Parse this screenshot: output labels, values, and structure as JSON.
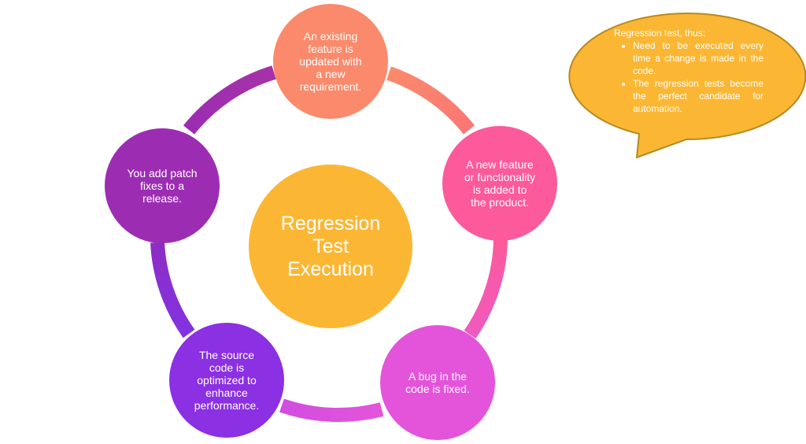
{
  "colors": {
    "center": "#FBB734",
    "top": "#FA8A6B",
    "right": "#FC5A9A",
    "bottom_right": "#E454DA",
    "bottom_left": "#8B30E2",
    "left": "#9C2DB3",
    "callout_fill": "#FBB734",
    "callout_border": "#B8891E"
  },
  "center": {
    "label": [
      "Regression",
      "Test",
      "Execution"
    ]
  },
  "nodes": {
    "top": [
      "An existing",
      "feature is",
      "updated with",
      "a new",
      "requirement."
    ],
    "right": [
      "A new feature",
      "or functionality",
      "is added to",
      "the product."
    ],
    "bottom_right": [
      "A bug in the",
      "code is fixed."
    ],
    "bottom_left": [
      "The source",
      "code is",
      "optimized to",
      "enhance",
      "performance."
    ],
    "left": [
      "You add patch",
      "fixes to a",
      "release."
    ]
  },
  "callout": {
    "heading": "Regression test, thus:",
    "bullets": [
      "Need to be executed every time a change is made in the code.",
      "The regression tests become the perfect candidate for automation."
    ]
  }
}
